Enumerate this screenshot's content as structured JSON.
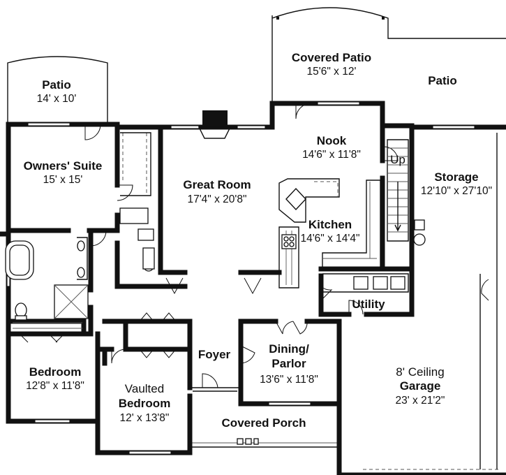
{
  "rooms": [
    {
      "id": "covered-patio",
      "name": "Covered Patio",
      "dims": "15'6\" x 12'"
    },
    {
      "id": "patio-right",
      "name": "Patio",
      "dims": ""
    },
    {
      "id": "patio-left",
      "name": "Patio",
      "dims": "14' x 10'"
    },
    {
      "id": "nook",
      "name": "Nook",
      "dims": "14'6\" x 11'8\""
    },
    {
      "id": "owners-suite",
      "name": "Owners' Suite",
      "dims": "15' x 15'"
    },
    {
      "id": "great-room",
      "name": "Great Room",
      "dims": "17'4\" x 20'8\""
    },
    {
      "id": "storage",
      "name": "Storage",
      "dims": "12'10\" x 27'10\""
    },
    {
      "id": "kitchen",
      "name": "Kitchen",
      "dims": "14'6\" x 14'4\""
    },
    {
      "id": "utility",
      "name": "Utility",
      "dims": ""
    },
    {
      "id": "foyer",
      "name": "Foyer",
      "dims": ""
    },
    {
      "id": "dining",
      "name": "Dining/",
      "name2": "Parlor",
      "dims": "13'6\" x 11'8\""
    },
    {
      "id": "bedroom",
      "name": "Bedroom",
      "dims": "12'8\" x 11'8\""
    },
    {
      "id": "vaulted-bedroom",
      "name_prefix": "Vaulted",
      "name": "Bedroom",
      "dims": "12' x 13'8\""
    },
    {
      "id": "garage",
      "name_prefix": "8' Ceiling",
      "name": "Garage",
      "dims": "23' x 21'2\""
    },
    {
      "id": "covered-porch",
      "name": "Covered Porch",
      "dims": ""
    }
  ],
  "labels": {
    "stair_up": "Up"
  }
}
